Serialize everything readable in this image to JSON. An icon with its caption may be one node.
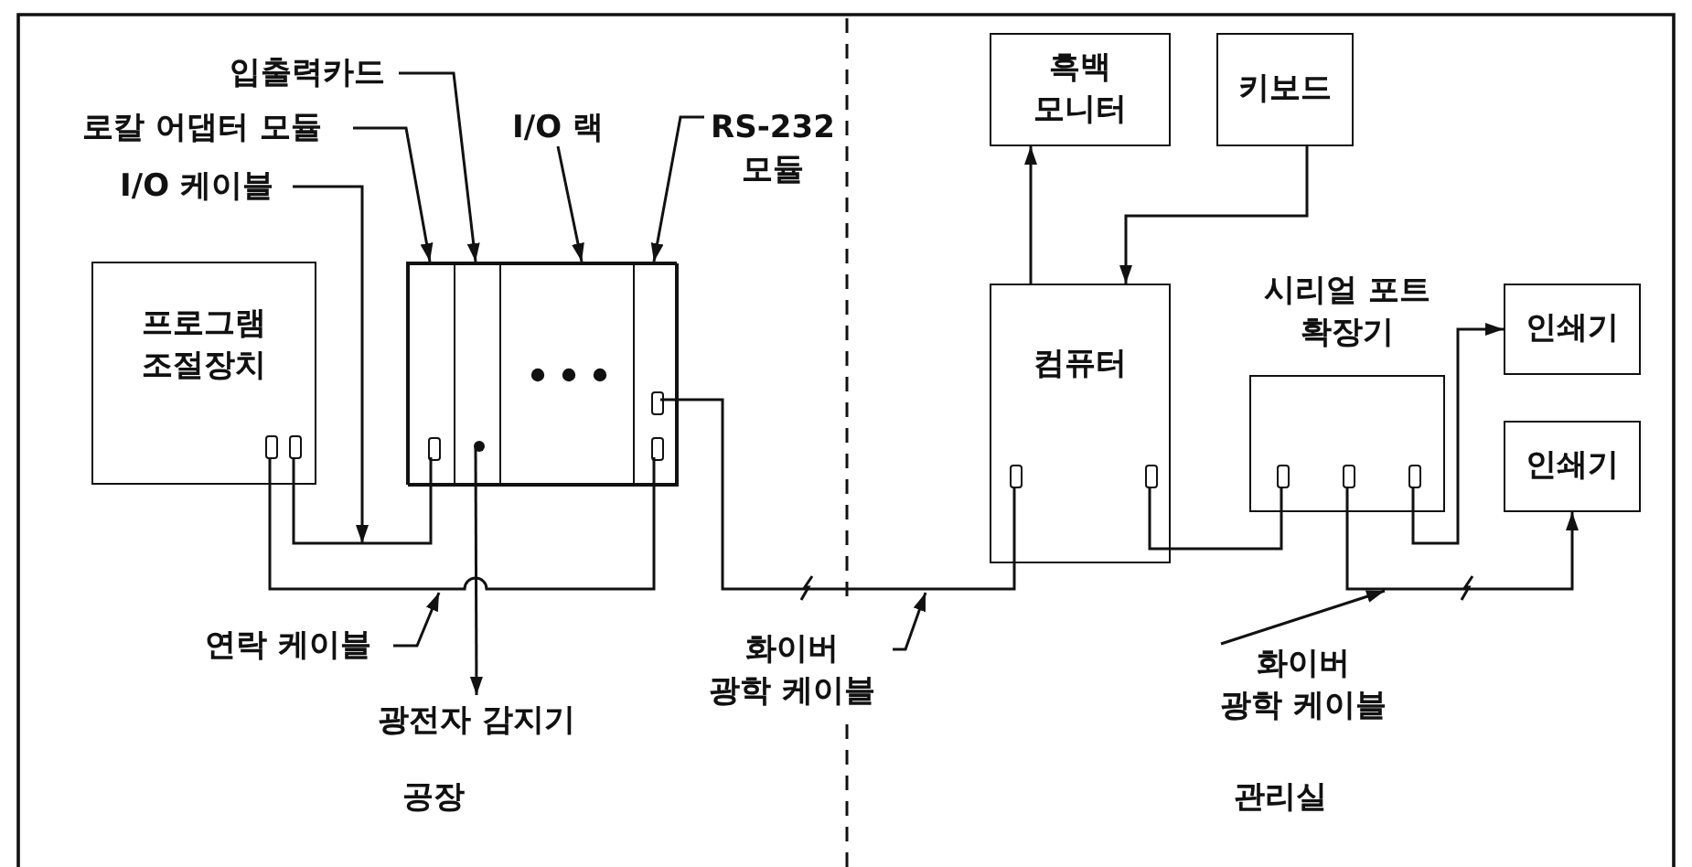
{
  "diagram": {
    "nodes": [
      {
        "text": [
          "입출력카드"
        ]
      },
      {
        "text": [
          "로칼 어댑터 모듈"
        ]
      },
      {
        "text": [
          "I/O 케이블"
        ]
      },
      {
        "text": [
          "I/O 랙"
        ]
      },
      {
        "text": [
          "RS-232 모듈"
        ]
      },
      {
        "text": [
          "프로그램 조절장치"
        ]
      },
      {
        "text": [],
        "shape": "box",
        "in": 5
      },
      {
        "text": [],
        "shape": "box",
        "in": 5
      },
      {
        "text": [],
        "shape": "box"
      },
      {
        "text": [],
        "shape": "box",
        "in": 8
      },
      {
        "text": [],
        "shape": "box",
        "in": 8
      },
      {
        "text": [],
        "shape": "box",
        "in": 8
      },
      {
        "text": [],
        "shape": "box",
        "in": 8
      },
      {
        "text": [],
        "shape": "box",
        "in": 9
      },
      {
        "text": [],
        "shape": "circle",
        "in": 10
      },
      {
        "text": [],
        "shape": "box",
        "in": 12
      },
      {
        "text": [],
        "shape": "box",
        "in": 12
      },
      {
        "text": [
          "연락 케이블"
        ]
      },
      {
        "text": [
          "광전자 감지기"
        ]
      },
      {
        "text": [
          "화이버 광학 케이블"
        ]
      },
      {
        "text": [
          "흑백 모니터"
        ]
      },
      {
        "text": [
          "키보드"
        ]
      },
      {
        "text": [
          "컴퓨터"
        ]
      },
      {
        "text": [],
        "shape": "box",
        "in": 22
      },
      {
        "text": [],
        "shape": "box",
        "in": 22
      },
      {
        "text": [
          "시리얼 포트 확장기"
        ]
      },
      {
        "text": [],
        "shape": "box",
        "in": 25
      },
      {
        "text": [],
        "shape": "box",
        "in": 25
      },
      {
        "text": [],
        "shape": "box",
        "in": 25
      },
      {
        "text": [
          "인쇄기"
        ]
      },
      {
        "text": [
          "인쇄기"
        ]
      },
      {
        "text": [
          "화이버 광학 케이블"
        ]
      }
    ],
    "edges": [
      {
        "from": 0,
        "to": 10,
        "arrow": "to"
      },
      {
        "from": 1,
        "to": 9,
        "arrow": "to"
      },
      {
        "from": 2,
        "to": null,
        "arrow": "to"
      },
      {
        "from": 3,
        "to": 8,
        "arrow": "to"
      },
      {
        "from": 4,
        "to": 12,
        "arrow": "to"
      },
      {
        "from": 7,
        "to": 13,
        "arrow": "none"
      },
      {
        "from": 6,
        "to": 16,
        "arrow": "none"
      },
      {
        "from": 14,
        "to": 18,
        "arrow": "to"
      },
      {
        "from": 17,
        "to": null,
        "arrow": "to"
      },
      {
        "from": 15,
        "to": 23,
        "arrow": "none"
      },
      {
        "from": 19,
        "to": null,
        "arrow": "to"
      },
      {
        "from": 22,
        "to": 20,
        "arrow": "to"
      },
      {
        "from": 21,
        "to": 22,
        "arrow": "to"
      },
      {
        "from": 24,
        "to": 26,
        "arrow": "none"
      },
      {
        "from": 28,
        "to": 29,
        "arrow": "to"
      },
      {
        "from": 27,
        "to": 30,
        "arrow": "to"
      },
      {
        "from": 31,
        "to": null,
        "arrow": "to"
      }
    ],
    "labels": [
      "공장",
      "관리실"
    ]
  }
}
